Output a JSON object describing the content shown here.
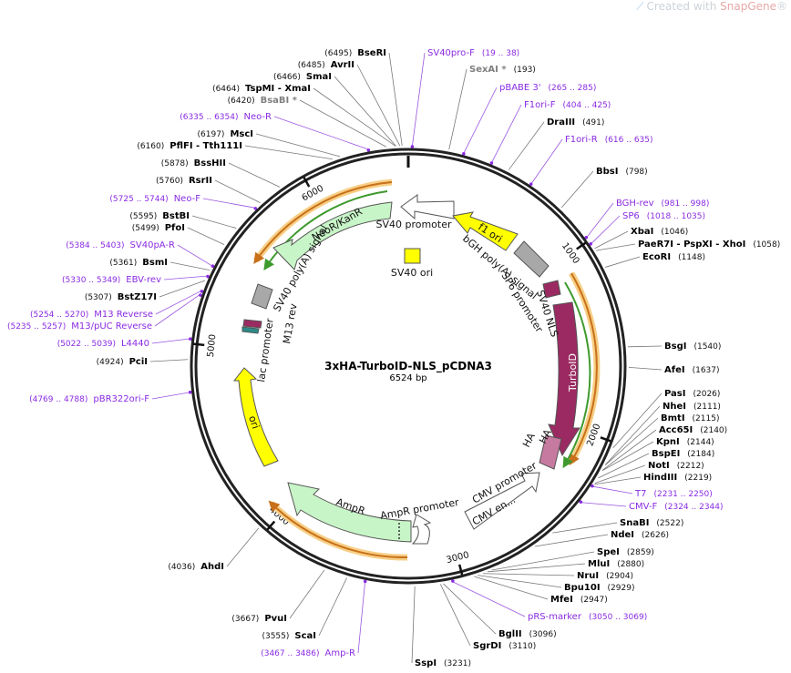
{
  "watermark": {
    "prefix": "Created with ",
    "brand": "SnapGene",
    "suffix": "®"
  },
  "plasmid": {
    "name": "3xHA-TurboID-NLS_pCDNA3",
    "size_label": "6524 bp",
    "length": 6524
  },
  "ticks": [
    "1000",
    "2000",
    "3000",
    "4000",
    "5000",
    "6000"
  ],
  "colors": {
    "ring": "#222222",
    "primer": "#8a2be2",
    "site_unique": "#000000",
    "site_other": "#808080",
    "leader": "#777777",
    "leader_primer": "#9a55e0",
    "turboid": "#9b2a62",
    "neor": "#c8f5c8",
    "ampr": "#c8f5c8",
    "ori": "#ffff00",
    "promoter": "#ffffff",
    "polya": "#a8a8a8",
    "orf_arc": "#c8701a",
    "orf_shadow": "#f7cf86",
    "green_arc": "#3e9a2d"
  },
  "features": [
    {
      "label": "SV40 promoter",
      "type": "promoter"
    },
    {
      "label": "f1 ori",
      "type": "ori"
    },
    {
      "label": "bGH poly(A) signal",
      "type": "polya"
    },
    {
      "label": "SP6 promoter",
      "type": "promoter"
    },
    {
      "label": "SV40 NLS",
      "type": "nls"
    },
    {
      "label": "TurboID",
      "type": "cds"
    },
    {
      "label": "HA",
      "type": "tag"
    },
    {
      "label": "HA",
      "type": "tag"
    },
    {
      "label": "CMV promoter",
      "type": "promoter"
    },
    {
      "label": "CMV en...",
      "type": "enhancer"
    },
    {
      "label": "AmpR promoter",
      "type": "promoter"
    },
    {
      "label": "AmpR",
      "type": "cds"
    },
    {
      "label": "ori",
      "type": "ori"
    },
    {
      "label": "lac promoter",
      "type": "promoter"
    },
    {
      "label": "M13 rev",
      "type": "primer"
    },
    {
      "label": "SV40 poly(A) signal",
      "type": "polya"
    },
    {
      "label": "NeoR/KanR",
      "type": "cds"
    },
    {
      "label": "SV40 ori",
      "type": "ori"
    }
  ],
  "right_labels": [
    {
      "kind": "primer",
      "name": "SV40pro-F",
      "pos": "(19 .. 38)"
    },
    {
      "kind": "site_other",
      "name": "SexAI *",
      "pos": "(193)"
    },
    {
      "kind": "primer",
      "name": "pBABE 3'",
      "pos": "(265 .. 285)"
    },
    {
      "kind": "primer",
      "name": "F1ori-F",
      "pos": "(404 .. 425)"
    },
    {
      "kind": "site",
      "name": "DraIII",
      "pos": "(491)"
    },
    {
      "kind": "primer",
      "name": "F1ori-R",
      "pos": "(616 .. 635)"
    },
    {
      "kind": "site",
      "name": "BbsI",
      "pos": "(798)"
    },
    {
      "kind": "primer",
      "name": "BGH-rev",
      "pos": "(981 .. 998)"
    },
    {
      "kind": "primer",
      "name": "SP6",
      "pos": "(1018 .. 1035)"
    },
    {
      "kind": "site",
      "name": "XbaI",
      "pos": "(1046)"
    },
    {
      "kind": "site",
      "name": "PaeR7I - PspXI - XhoI",
      "pos": "(1058)"
    },
    {
      "kind": "site",
      "name": "EcoRI",
      "pos": "(1148)"
    },
    {
      "kind": "site",
      "name": "BsgI",
      "pos": "(1540)"
    },
    {
      "kind": "site",
      "name": "AfeI",
      "pos": "(1637)"
    },
    {
      "kind": "site",
      "name": "PasI",
      "pos": "(2026)"
    },
    {
      "kind": "site",
      "name": "NheI",
      "pos": "(2111)"
    },
    {
      "kind": "site",
      "name": "BmtI",
      "pos": "(2115)"
    },
    {
      "kind": "site",
      "name": "Acc65I",
      "pos": "(2140)"
    },
    {
      "kind": "site",
      "name": "KpnI",
      "pos": "(2144)"
    },
    {
      "kind": "site",
      "name": "BspEI",
      "pos": "(2184)"
    },
    {
      "kind": "site",
      "name": "NotI",
      "pos": "(2212)"
    },
    {
      "kind": "site",
      "name": "HindIII",
      "pos": "(2219)"
    },
    {
      "kind": "primer",
      "name": "T7",
      "pos": "(2231 .. 2250)"
    },
    {
      "kind": "primer",
      "name": "CMV-F",
      "pos": "(2324 .. 2344)"
    },
    {
      "kind": "site",
      "name": "SnaBI",
      "pos": "(2522)"
    },
    {
      "kind": "site",
      "name": "NdeI",
      "pos": "(2626)"
    },
    {
      "kind": "site",
      "name": "SpeI",
      "pos": "(2859)"
    },
    {
      "kind": "site",
      "name": "MluI",
      "pos": "(2880)"
    },
    {
      "kind": "site",
      "name": "NruI",
      "pos": "(2904)"
    },
    {
      "kind": "site",
      "name": "Bpu10I",
      "pos": "(2929)"
    },
    {
      "kind": "site",
      "name": "MfeI",
      "pos": "(2947)"
    },
    {
      "kind": "primer",
      "name": "pRS-marker",
      "pos": "(3050 .. 3069)"
    },
    {
      "kind": "site",
      "name": "BglII",
      "pos": "(3096)"
    },
    {
      "kind": "site",
      "name": "SgrDI",
      "pos": "(3110)"
    },
    {
      "kind": "site",
      "name": "SspI",
      "pos": "(3231)"
    }
  ],
  "left_labels": [
    {
      "kind": "site",
      "name": "BseRI",
      "pos": "(6495)"
    },
    {
      "kind": "site",
      "name": "AvrII",
      "pos": "(6485)"
    },
    {
      "kind": "site",
      "name": "SmaI",
      "pos": "(6466)"
    },
    {
      "kind": "site",
      "name": "TspMI - XmaI",
      "pos": "(6464)"
    },
    {
      "kind": "site_other",
      "name": "BsaBI *",
      "pos": "(6420)"
    },
    {
      "kind": "primer",
      "name": "Neo-R",
      "pos": "(6335 .. 6354)"
    },
    {
      "kind": "site",
      "name": "MscI",
      "pos": "(6197)"
    },
    {
      "kind": "site",
      "name": "PflFI - Tth111I",
      "pos": "(6160)"
    },
    {
      "kind": "site",
      "name": "BssHII",
      "pos": "(5878)"
    },
    {
      "kind": "site",
      "name": "RsrII",
      "pos": "(5760)"
    },
    {
      "kind": "primer",
      "name": "Neo-F",
      "pos": "(5725 .. 5744)"
    },
    {
      "kind": "site",
      "name": "BstBI",
      "pos": "(5595)"
    },
    {
      "kind": "site",
      "name": "PfoI",
      "pos": "(5499)"
    },
    {
      "kind": "primer",
      "name": "SV40pA-R",
      "pos": "(5384 .. 5403)"
    },
    {
      "kind": "site",
      "name": "BsmI",
      "pos": "(5361)"
    },
    {
      "kind": "primer",
      "name": "EBV-rev",
      "pos": "(5330 .. 5349)"
    },
    {
      "kind": "site",
      "name": "BstZ17I",
      "pos": "(5307)"
    },
    {
      "kind": "primer",
      "name": "M13 Reverse",
      "pos": "(5254 .. 5270)"
    },
    {
      "kind": "primer",
      "name": "M13/pUC Reverse",
      "pos": "(5235 .. 5257)"
    },
    {
      "kind": "primer",
      "name": "L4440",
      "pos": "(5022 .. 5039)"
    },
    {
      "kind": "site",
      "name": "PciI",
      "pos": "(4924)"
    },
    {
      "kind": "primer",
      "name": "pBR322ori-F",
      "pos": "(4769 .. 4788)"
    },
    {
      "kind": "site",
      "name": "AhdI",
      "pos": "(4036)"
    },
    {
      "kind": "site",
      "name": "PvuI",
      "pos": "(3667)"
    },
    {
      "kind": "site",
      "name": "ScaI",
      "pos": "(3555)"
    },
    {
      "kind": "primer",
      "name": "Amp-R",
      "pos": "(3467 .. 3486)"
    }
  ]
}
